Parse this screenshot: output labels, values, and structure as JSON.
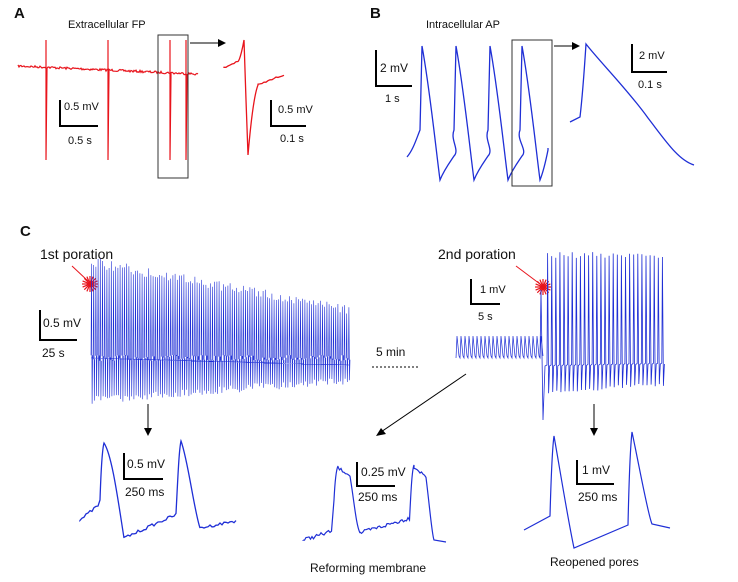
{
  "panels": {
    "A": {
      "letter": "A",
      "title": "Extracellular FP",
      "scale_left": {
        "v": "0.5 mV",
        "t": "0.5 s"
      },
      "scale_right": {
        "v": "0.5 mV",
        "t": "0.1 s"
      }
    },
    "B": {
      "letter": "B",
      "title": "Intracellular AP",
      "scale_left": {
        "v": "2 mV",
        "t": "1 s"
      },
      "scale_right": {
        "v": "2 mV",
        "t": "0.1 s"
      }
    },
    "C": {
      "letter": "C",
      "first_poration": "1st poration",
      "second_poration": "2nd poration",
      "gap": "5 min",
      "scale_first": {
        "v": "0.5 mV",
        "t": "25 s"
      },
      "scale_second": {
        "v": "1 mV",
        "t": "5 s"
      },
      "zoom_1": {
        "v": "0.5 mV",
        "t": "250 ms"
      },
      "zoom_2": {
        "v": "0.25 mV",
        "t": "250 ms",
        "caption": "Reforming membrane"
      },
      "zoom_3": {
        "v": "1 mV",
        "t": "250 ms",
        "caption": "Reopened pores"
      }
    }
  },
  "colors": {
    "extracellular": "#e8141c",
    "intracellular": "#1f2fd6",
    "marker": "#e8141c"
  },
  "chart_data": [
    {
      "type": "line",
      "panel": "A",
      "title": "Extracellular FP",
      "description_series": [
        {
          "values_per_beat": "field potential spike",
          "beats_shown": 4
        }
      ]
    },
    {
      "type": "line",
      "panel": "B",
      "title": "Intracellular AP",
      "description_series": [
        {
          "values_per_beat": "action potential",
          "beats_shown": 4
        }
      ]
    },
    {
      "type": "line",
      "panel": "C",
      "description_series": [
        {
          "values_per_beat": "action potential train",
          "events": [
            "1st poration",
            "2nd poration"
          ]
        }
      ]
    }
  ]
}
